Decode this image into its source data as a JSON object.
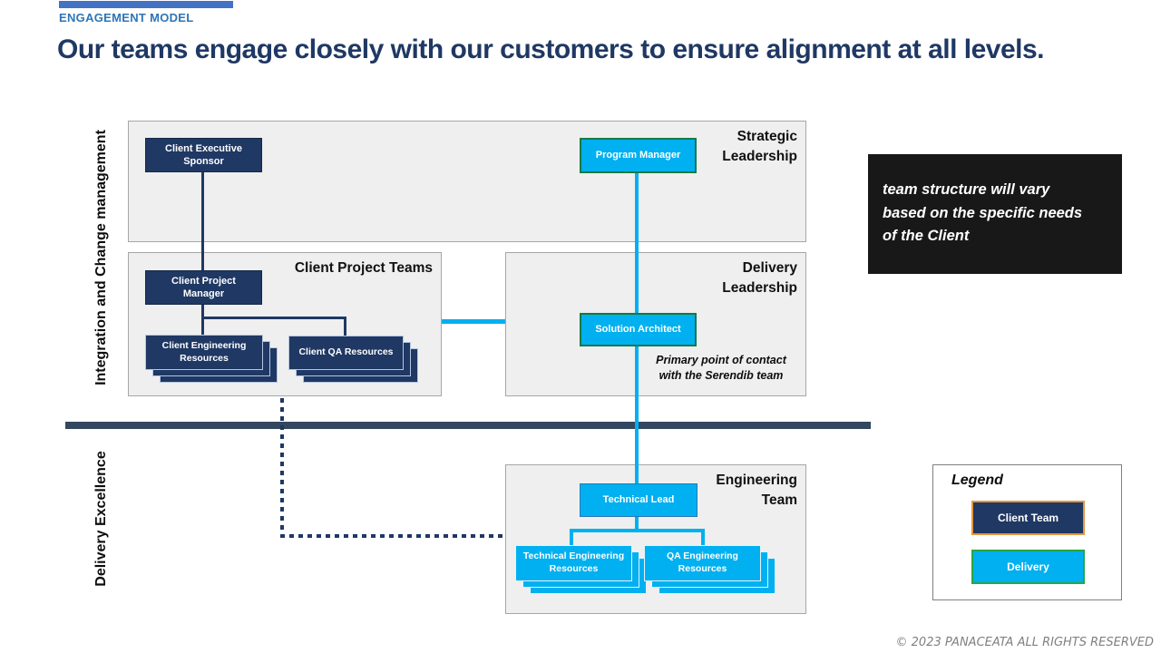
{
  "slide": {
    "eyebrow": "ENGAGEMENT MODEL",
    "title": "Our teams engage closely with our customers to ensure alignment at all levels.",
    "footer": "© 2023 PANACEATA ALL RIGHTS RESERVED"
  },
  "side_labels": {
    "top": "Integration and Change management",
    "bottom": "Delivery Excellence"
  },
  "groups": {
    "strategic": {
      "label": "Strategic Leadership"
    },
    "client_project": {
      "label": "Client Project Teams"
    },
    "delivery_leadership": {
      "label": "Delivery Leadership",
      "note": "Primary point of contact with the Serendib team"
    },
    "engineering": {
      "label": "Engineering Team"
    }
  },
  "roles": {
    "client_executive_sponsor": "Client Executive Sponsor",
    "program_manager": "Program Manager",
    "client_project_manager": "Client Project Manager",
    "client_engineering_resources": "Client Engineering Resources",
    "client_qa_resources": "Client QA Resources",
    "solution_architect": "Solution Architect",
    "technical_lead": "Technical Lead",
    "technical_engineering_resources": "Technical Engineering Resources",
    "qa_engineering_resources": "QA Engineering Resources"
  },
  "callout": {
    "text": "team structure will vary based on the specific needs of the Client"
  },
  "legend": {
    "title": "Legend",
    "items": [
      {
        "label": "Client Team"
      },
      {
        "label": "Delivery"
      }
    ]
  },
  "colors": {
    "navy": "#1f3864",
    "cyan": "#00b0f0",
    "bar_blue": "#4472c4",
    "eyebrow_blue": "#2e75b6",
    "green_dark": "#157a44",
    "green_bright": "#26a647",
    "orange": "#e6973d",
    "separator": "#33475e",
    "callout_bg": "#181818"
  }
}
